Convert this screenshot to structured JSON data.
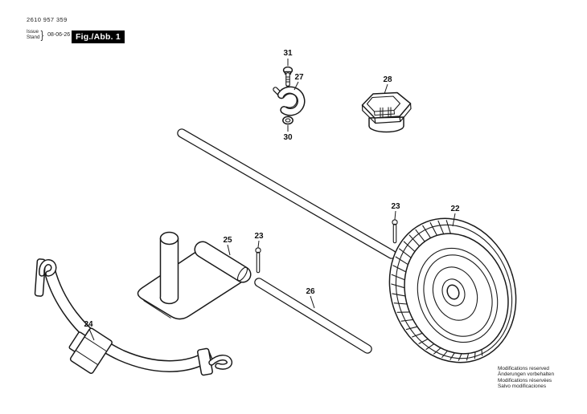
{
  "header": {
    "part_number": "2610 957 359",
    "issue_label": "Issue",
    "stand_label": "Stand",
    "brace": "}",
    "date": "08-06-26",
    "figure_label": "Fig./Abb. 1"
  },
  "callouts": [
    {
      "text": "31"
    },
    {
      "text": "27"
    },
    {
      "text": "30"
    },
    {
      "text": "28"
    },
    {
      "text": "23"
    },
    {
      "text": "22"
    },
    {
      "text": "25"
    },
    {
      "text": "23"
    },
    {
      "text": "26"
    },
    {
      "text": "24"
    }
  ],
  "footer": {
    "line1": "Modifications reserved",
    "line2": "Änderungen vorbehalten",
    "line3": "Modifications réservées",
    "line4": "Salvo modificaciones"
  },
  "colors": {
    "line": "#1a1a1a",
    "background": "#ffffff",
    "figure_box_bg": "#000000",
    "figure_box_text": "#ffffff"
  }
}
